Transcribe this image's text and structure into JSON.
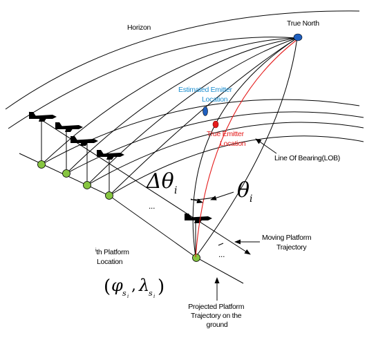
{
  "labels": {
    "horizon": "Horizon",
    "true_north": "True North",
    "estimated_emitter_line1": "Estimated Emitter",
    "estimated_emitter_line2": "Location",
    "true_emitter_line1": "True Emitter",
    "true_emitter_line2": "Location",
    "lob": "Line Of Bearing(LOB)",
    "moving_platform_line1": "Moving Platform",
    "moving_platform_line2": "Trajectory",
    "ith_platform_sup": "i",
    "ith_platform_line1": "th Platform",
    "ith_platform_line2": "Location",
    "projected_line1": "Projected Platform",
    "projected_line2": "Trajectory on the",
    "projected_line3": "ground",
    "ellipsis": "...",
    "delta_theta": "Δθ",
    "delta_theta_sub": "i",
    "theta": "θ",
    "theta_sub": "i",
    "coord_open": "(",
    "coord_phi": "φ",
    "coord_comma": ",",
    "coord_lambda": "λ",
    "coord_close": ")",
    "coord_sub_s": "s",
    "coord_sub_i": "i"
  },
  "colors": {
    "line": "#000000",
    "true_north_marker": "#1f5fbf",
    "estimated_emitter_text": "#1e8fd0",
    "estimated_emitter_marker": "#1f5fbf",
    "true_emitter": "#e41b1b",
    "platform_node": "#86c540"
  }
}
